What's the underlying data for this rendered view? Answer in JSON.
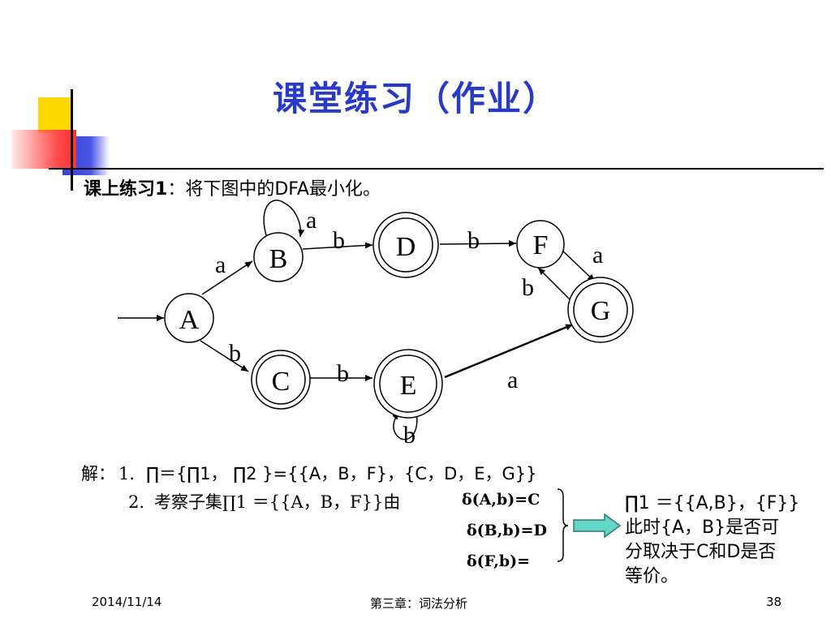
{
  "slide": {
    "title": "课堂练习（作业）",
    "exercise_label": "课上练习1",
    "exercise_sep": "：",
    "exercise_text": "将下图中的DFA最小化。"
  },
  "dfa": {
    "states": [
      "A",
      "B",
      "C",
      "D",
      "E",
      "F",
      "G"
    ],
    "accepting": [
      "C",
      "D",
      "E",
      "G"
    ],
    "start": "A",
    "edge_labels": {
      "A_B": "a",
      "A_C": "b",
      "B_B": "a",
      "B_D": "b",
      "D_F": "b",
      "F_G": "a",
      "G_F": "b",
      "C_E": "b",
      "E_E": "b",
      "E_G": "a"
    }
  },
  "solution": {
    "label": "解：",
    "step1_num": "1.",
    "step1_text": "∏＝{∏1， ∏2 }={{A，B，F}，{C，D，E，G}}",
    "step2_num": "2.",
    "step2_text": "考察子集∏1 ＝{{A，B，F}}由",
    "delta1": "δ(A,b)=C",
    "delta2": "δ(B,b)=D",
    "delta3": "δ(F,b)="
  },
  "note": {
    "line1": "∏1 ＝{{A,B}，{F}}",
    "line2": "此时{A，B}是否可",
    "line3": "分取决于C和D是否",
    "line4": "等价。"
  },
  "footer": {
    "date": "2014/11/14",
    "chapter": "第三章：词法分析",
    "page": "38"
  },
  "colors": {
    "title": "#2a3ac8",
    "arrow_fill": "#63d6c7",
    "arrow_stroke": "#2c7a70",
    "deco_yellow": "#ffd800",
    "deco_red": "#ff4d4d",
    "deco_blue": "#3b44d8"
  }
}
